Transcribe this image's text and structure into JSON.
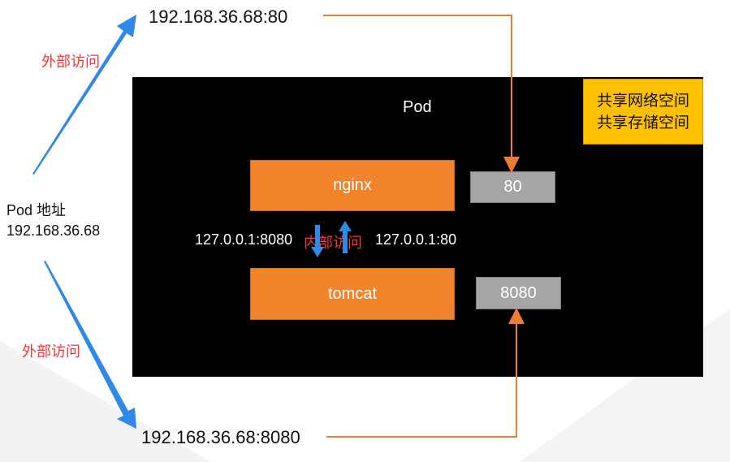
{
  "pod": {
    "title": "Pod"
  },
  "shared": {
    "line1": "共享网络空间",
    "line2": "共享存储空间"
  },
  "containers": {
    "nginx": "nginx",
    "tomcat": "tomcat"
  },
  "ports": {
    "nginx_port": "80",
    "tomcat_port": "8080"
  },
  "internal": {
    "left_addr": "127.0.0.1:8080",
    "label": "内部访问",
    "right_addr": "127.0.0.1:80"
  },
  "external": {
    "top_addr": "192.168.36.68:80",
    "bottom_addr": "192.168.36.68:8080",
    "top_label": "外部访问",
    "bottom_label": "外部访问"
  },
  "pod_address": {
    "label": "Pod 地址",
    "ip": "192.168.36.68"
  },
  "colors": {
    "pod_bg": "#000000",
    "container": "#f2852c",
    "port": "#a5a5a5",
    "shared": "#ffc000",
    "arrow_blue": "#2e8ae6",
    "connector_orange": "#ed7d31",
    "label_red": "#ff3333"
  }
}
